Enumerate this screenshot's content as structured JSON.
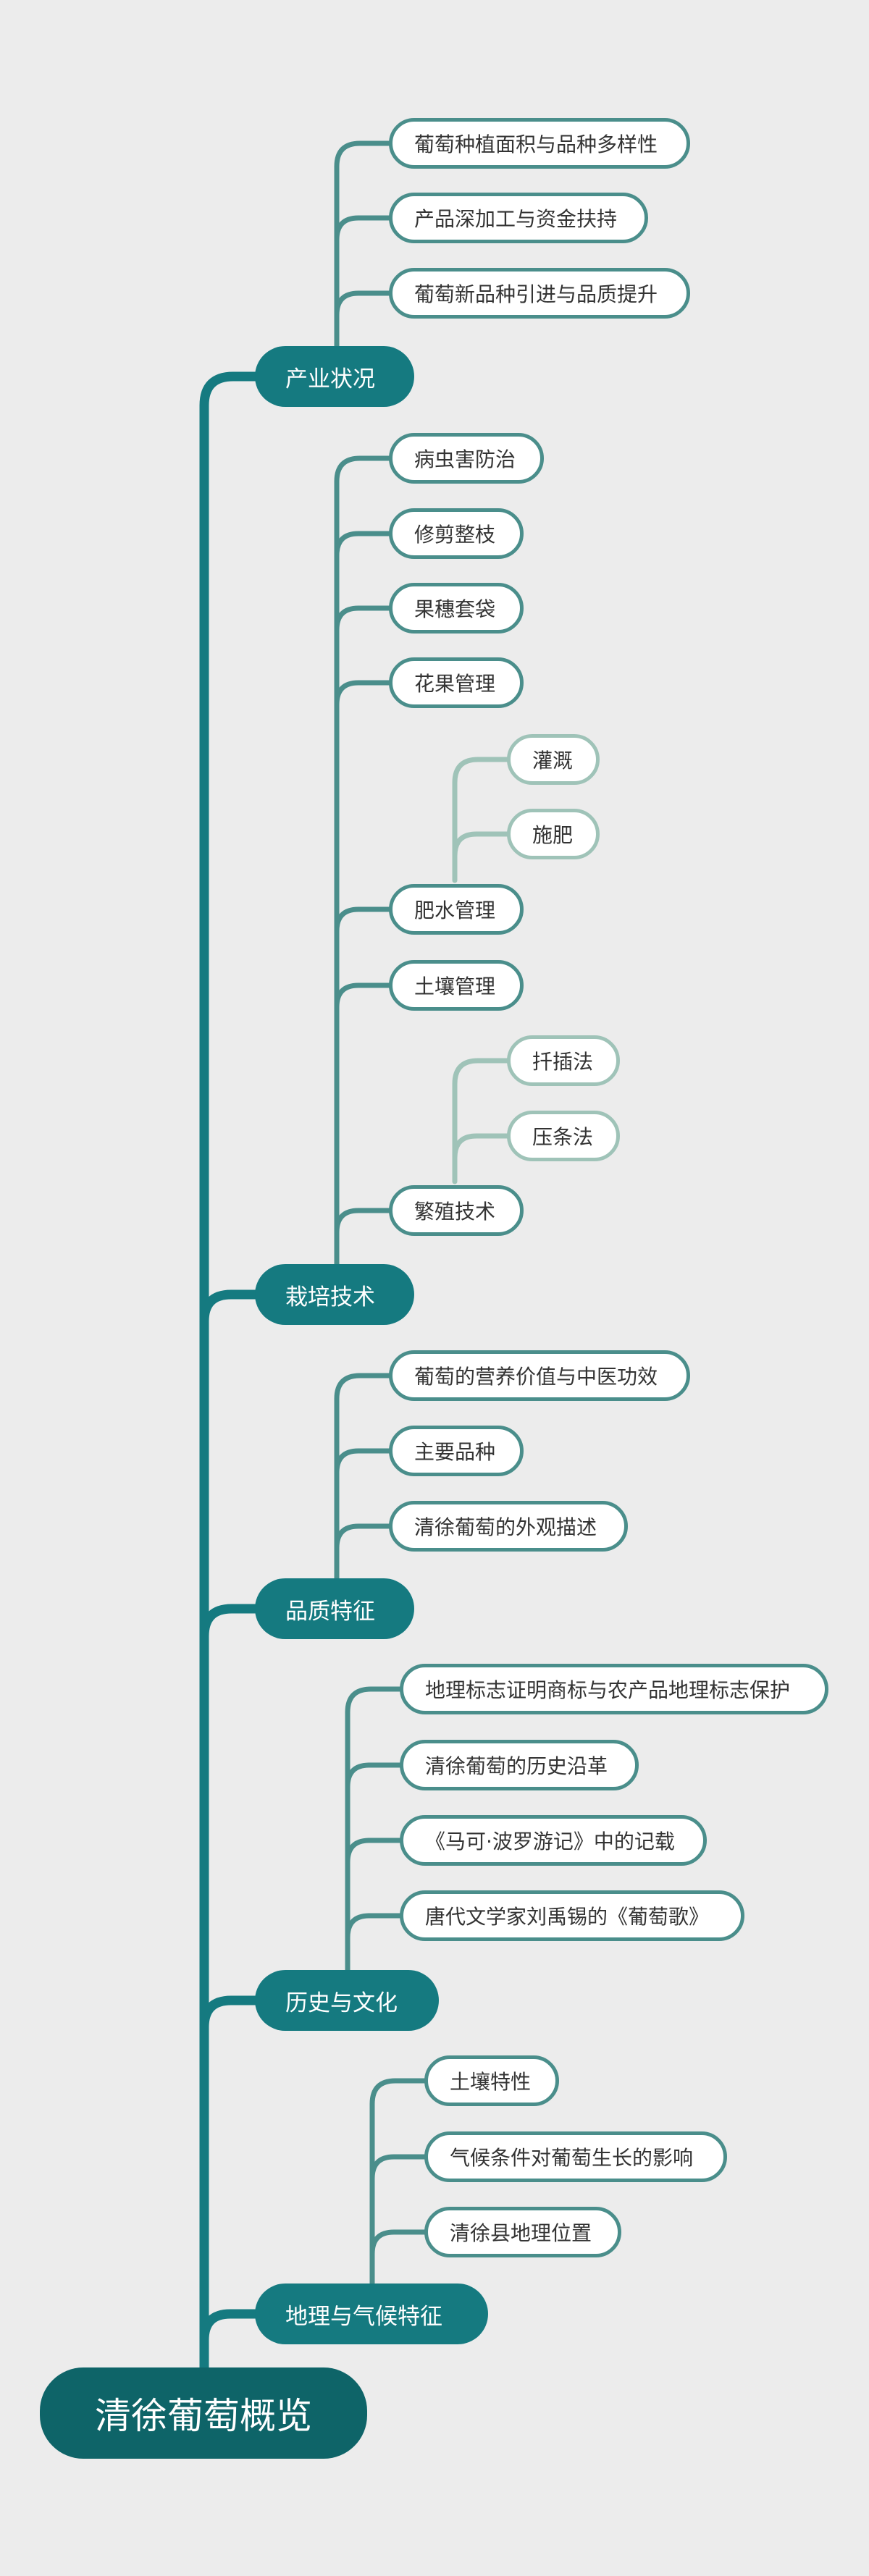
{
  "mindmap": {
    "root": "清徐葡萄概览",
    "branches": [
      {
        "label": "产业状况",
        "children": [
          {
            "label": "葡萄种植面积与品种多样性"
          },
          {
            "label": "产品深加工与资金扶持"
          },
          {
            "label": "葡萄新品种引进与品质提升"
          }
        ]
      },
      {
        "label": "栽培技术",
        "children": [
          {
            "label": "病虫害防治"
          },
          {
            "label": "修剪整枝"
          },
          {
            "label": "果穗套袋"
          },
          {
            "label": "花果管理"
          },
          {
            "label": "肥水管理",
            "children": [
              {
                "label": "灌溉"
              },
              {
                "label": "施肥"
              }
            ]
          },
          {
            "label": "土壤管理"
          },
          {
            "label": "繁殖技术",
            "children": [
              {
                "label": "扦插法"
              },
              {
                "label": "压条法"
              }
            ]
          }
        ]
      },
      {
        "label": "品质特征",
        "children": [
          {
            "label": "葡萄的营养价值与中医功效"
          },
          {
            "label": "主要品种"
          },
          {
            "label": "清徐葡萄的外观描述"
          }
        ]
      },
      {
        "label": "历史与文化",
        "children": [
          {
            "label": "地理标志证明商标与农产品地理标志保护"
          },
          {
            "label": "清徐葡萄的历史沿革"
          },
          {
            "label": "《马可·波罗游记》中的记载"
          },
          {
            "label": "唐代文学家刘禹锡的《葡萄歌》"
          }
        ]
      },
      {
        "label": "地理与气候特征",
        "children": [
          {
            "label": "土壤特性"
          },
          {
            "label": "气候条件对葡萄生长的影响"
          },
          {
            "label": "清徐县地理位置"
          }
        ]
      }
    ]
  },
  "colors": {
    "background": "#ececec",
    "root_fill": "#0e6468",
    "branch_fill": "#157a80",
    "trunk_line": "#157a80",
    "level2_line": "#4a8e8b",
    "level3_line": "#9fc3b8"
  }
}
